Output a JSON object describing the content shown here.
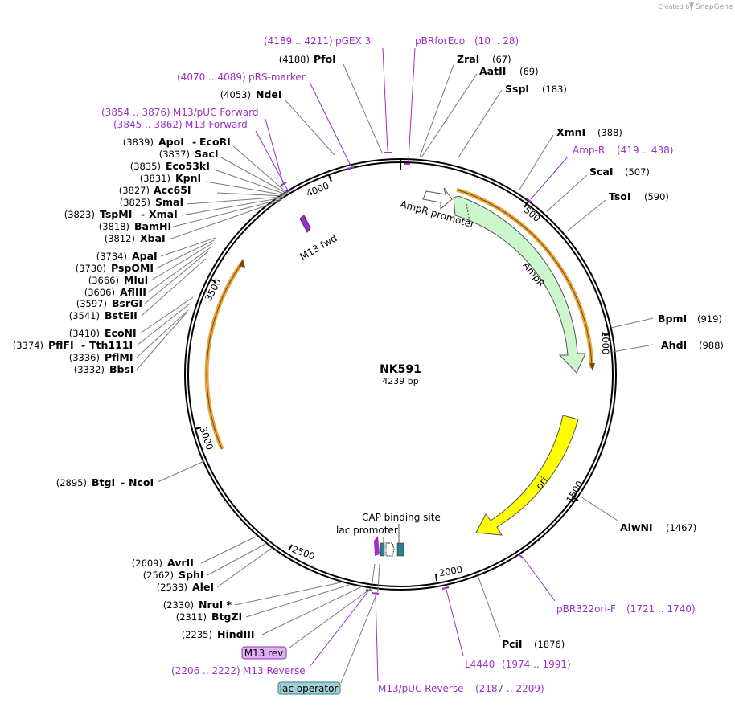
{
  "credit": "Created by",
  "brand": "SnapGene",
  "plasmid": {
    "name": "NK591",
    "length_label": "4239 bp"
  },
  "ticks": [
    "500",
    "1000",
    "1500",
    "2000",
    "2500",
    "3000",
    "3500",
    "4000"
  ],
  "features": {
    "ampr_promoter": "AmpR promoter",
    "ampr": "AmpR",
    "ori": "ori",
    "m13_fwd": "M13 fwd",
    "cap": "CAP binding site",
    "lac_promoter": "lac promoter",
    "m13_rev_box": "M13 rev",
    "lac_operator_box": "lac operator"
  },
  "enzymes_right": [
    {
      "name": "ZraI",
      "pos": "(67)"
    },
    {
      "name": "AatII",
      "pos": "(69)"
    },
    {
      "name": "SspI",
      "pos": "(183)"
    },
    {
      "name": "XmnI",
      "pos": "(388)"
    },
    {
      "name": "ScaI",
      "pos": "(507)"
    },
    {
      "name": "TsoI",
      "pos": "(590)"
    },
    {
      "name": "BpmI",
      "pos": "(919)"
    },
    {
      "name": "AhdI",
      "pos": "(988)"
    },
    {
      "name": "AlwNI",
      "pos": "(1467)"
    },
    {
      "name": "PciI",
      "pos": "(1876)"
    }
  ],
  "enzymes_left": [
    {
      "name": "PfoI",
      "pos": "(4188)"
    },
    {
      "name": "NdeI",
      "pos": "(4053)"
    },
    {
      "name": "ApoI",
      "pos": "(3839)",
      "extra": "-",
      "extra_name": "EcoRI"
    },
    {
      "name": "SacI",
      "pos": "(3837)"
    },
    {
      "name": "Eco53kI",
      "pos": "(3835)"
    },
    {
      "name": "KpnI",
      "pos": "(3831)"
    },
    {
      "name": "Acc65I",
      "pos": "(3827)"
    },
    {
      "name": "SmaI",
      "pos": "(3825)"
    },
    {
      "name": "TspMI",
      "pos": "(3823)",
      "extra": "-",
      "extra_name": "XmaI"
    },
    {
      "name": "BamHI",
      "pos": "(3818)"
    },
    {
      "name": "XbaI",
      "pos": "(3812)"
    },
    {
      "name": "ApaI",
      "pos": "(3734)"
    },
    {
      "name": "PspOMI",
      "pos": "(3730)"
    },
    {
      "name": "MluI",
      "pos": "(3666)"
    },
    {
      "name": "AflIII",
      "pos": "(3606)"
    },
    {
      "name": "BsrGI",
      "pos": "(3597)"
    },
    {
      "name": "BstEII",
      "pos": "(3541)"
    },
    {
      "name": "EcoNI",
      "pos": "(3410)"
    },
    {
      "name": "PflFI",
      "pos": "(3374)",
      "extra": "-",
      "extra_name": "Tth111I"
    },
    {
      "name": "PflMI",
      "pos": "(3336)"
    },
    {
      "name": "BbsI",
      "pos": "(3332)"
    },
    {
      "name": "BtgI",
      "pos": "(2895)",
      "extra": "-",
      "extra_name": "NcoI"
    },
    {
      "name": "AvrII",
      "pos": "(2609)"
    },
    {
      "name": "SphI",
      "pos": "(2562)"
    },
    {
      "name": "AleI",
      "pos": "(2533)"
    },
    {
      "name": "NruI *",
      "pos": "(2330)"
    },
    {
      "name": "BtgZI",
      "pos": "(2311)"
    },
    {
      "name": "HindIII",
      "pos": "(2235)"
    }
  ],
  "primers": {
    "pgex3": {
      "name": "pGEX 3'",
      "range": "(4189 .. 4211)"
    },
    "pbrforeco": {
      "name": "pBRforEco",
      "range": "(10 .. 28)"
    },
    "prs": {
      "name": "pRS-marker",
      "range": "(4070 .. 4089)"
    },
    "m13puc_fwd": {
      "name": "M13/pUC Forward",
      "range": "(3854 .. 3876)"
    },
    "m13_fwd": {
      "name": "M13 Forward",
      "range": "(3845 .. 3862)"
    },
    "ampr": {
      "name": "Amp-R",
      "range": "(419 .. 438)"
    },
    "pbr322": {
      "name": "pBR322ori-F",
      "range": "(1721 .. 1740)"
    },
    "l4440": {
      "name": "L4440",
      "range": "(1974 .. 1991)"
    },
    "m13_rev": {
      "name": "M13 Reverse",
      "range": "(2206 .. 2222)"
    },
    "m13puc_rev": {
      "name": "M13/pUC Reverse",
      "range": "(2187 .. 2209)"
    }
  },
  "colors": {
    "primer": "#9b30c8",
    "ampr_fill": "#ccf7cc",
    "ori_fill": "#ffff00",
    "orf": "#e8a33d",
    "lac_operator": "#9fd0d6",
    "m13_box": "#e2b0f2"
  }
}
